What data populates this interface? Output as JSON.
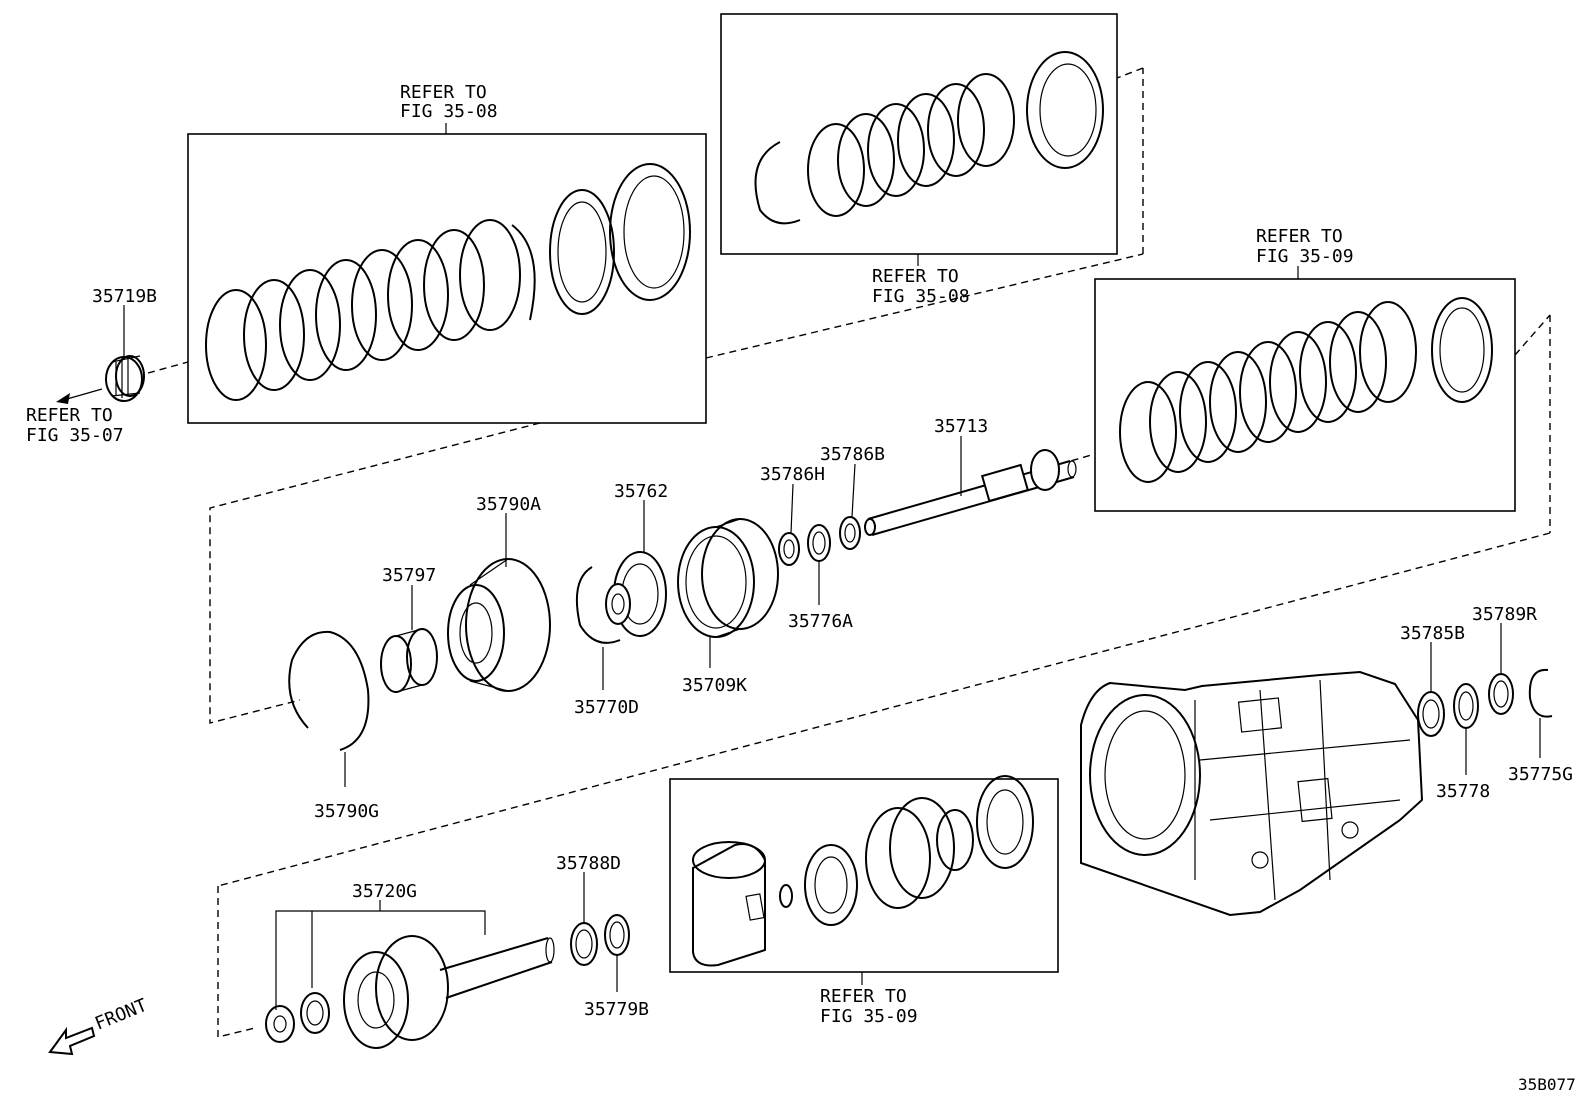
{
  "diagram_code": "35B077",
  "front_label": "FRONT",
  "refer_boxes": [
    {
      "line1": "REFER TO",
      "line2": "FIG 35-08"
    },
    {
      "line1": "REFER TO",
      "line2": "FIG 35-08"
    },
    {
      "line1": "REFER TO",
      "line2": "FIG 35-09"
    },
    {
      "line1": "REFER TO",
      "line2": "FIG 35-09"
    },
    {
      "line1": "REFER TO",
      "line2": "FIG 35-07"
    }
  ],
  "parts": {
    "p35719B": "35719B",
    "p35713": "35713",
    "p35786B": "35786B",
    "p35786H": "35786H",
    "p35762": "35762",
    "p35790A": "35790A",
    "p35797": "35797",
    "p35776A": "35776A",
    "p35709K": "35709K",
    "p35770D": "35770D",
    "p35790G": "35790G",
    "p35785B": "35785B",
    "p35789R": "35789R",
    "p35778": "35778",
    "p35775G": "35775G",
    "p35788D": "35788D",
    "p35720G": "35720G",
    "p35779B": "35779B"
  }
}
